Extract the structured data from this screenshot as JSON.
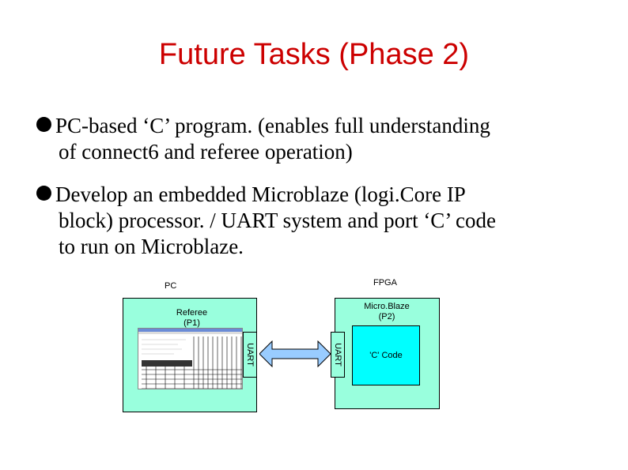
{
  "slide": {
    "title": "Future Tasks (Phase 2)",
    "bullets": [
      {
        "lines": [
          "PC-based ‘C’ program. (enables full understanding",
          "of connect6 and referee operation)"
        ]
      },
      {
        "lines": [
          "Develop an embedded Microblaze (logi.Core IP",
          "block) processor. / UART system and port ‘C’ code",
          "to run on Microblaze."
        ]
      }
    ]
  },
  "diagram": {
    "pc_label": "PC",
    "fpga_label": "FPGA",
    "referee_label_1": "Referee",
    "referee_label_2": "(P1)",
    "microblaze_label_1": "Micro.Blaze",
    "microblaze_label_2": "(P2)",
    "uart_left": "UART",
    "uart_right": "UART",
    "ccode_label": "'C' Code",
    "colors": {
      "box_fill": "#99ffdd",
      "ccode_fill": "#00ffff",
      "arrow_fill": "#99ccff",
      "title_color": "#cc0000"
    }
  }
}
